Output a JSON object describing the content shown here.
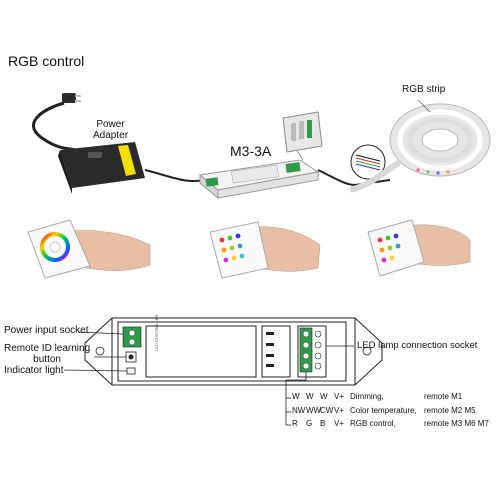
{
  "section_title": "RGB control",
  "labels": {
    "power_adapter_line1": "Power",
    "power_adapter_line2": "Adapter",
    "controller_model": "M3-3A",
    "rgb_strip": "RGB strip"
  },
  "callouts": {
    "power_input_socket": "Power input socket",
    "remote_id_learning_line1": "Remote ID learning",
    "remote_id_learning_line2": "button",
    "indicator_light": "Indicator light",
    "led_lamp_connection_socket": "LED lamp connection socket"
  },
  "wiring_table": [
    {
      "c1": "W",
      "c2": "W",
      "c3": "W",
      "c4": "V+",
      "mode": "Dimming,",
      "remote": "remote M1"
    },
    {
      "c1": "NW",
      "c2": "WW",
      "c3": "CW",
      "c4": "V+",
      "mode": "Color temperature,",
      "remote": "remote M2 M5"
    },
    {
      "c1": "R",
      "c2": "G",
      "c3": "B",
      "c4": "V+",
      "mode": "RGB control,",
      "remote": "remote  M3 M6 M7"
    }
  ],
  "colors": {
    "line": "#222222",
    "terminal_green": "#2e9a4a",
    "adapter_body": "#2a2a2a",
    "adapter_label": "#f3e000",
    "strip_white": "#eeeeee"
  }
}
